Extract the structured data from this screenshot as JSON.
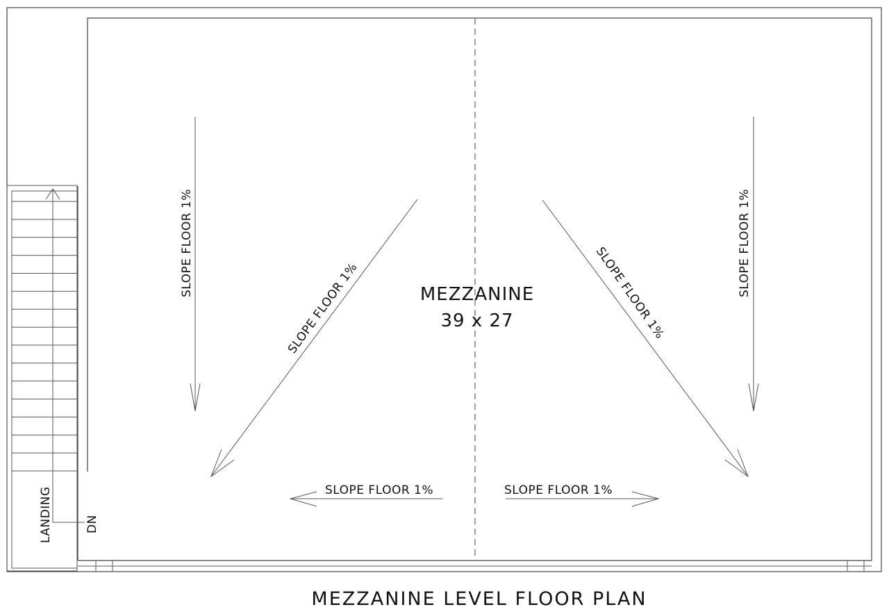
{
  "plan": {
    "title": "MEZZANINE LEVEL FLOOR PLAN",
    "room": {
      "name": "MEZZANINE",
      "size": "39 x 27"
    },
    "slope_labels": {
      "left_vertical": "SLOPE FLOOR 1%",
      "left_diagonal": "SLOPE FLOOR 1%",
      "right_diagonal": "SLOPE FLOOR 1%",
      "right_vertical": "SLOPE FLOOR 1%",
      "bottom_left": "SLOPE FLOOR 1%",
      "bottom_right": "SLOPE FLOOR 1%"
    },
    "stair": {
      "landing": "LANDING",
      "direction": "DN",
      "tread_count": 16
    }
  }
}
